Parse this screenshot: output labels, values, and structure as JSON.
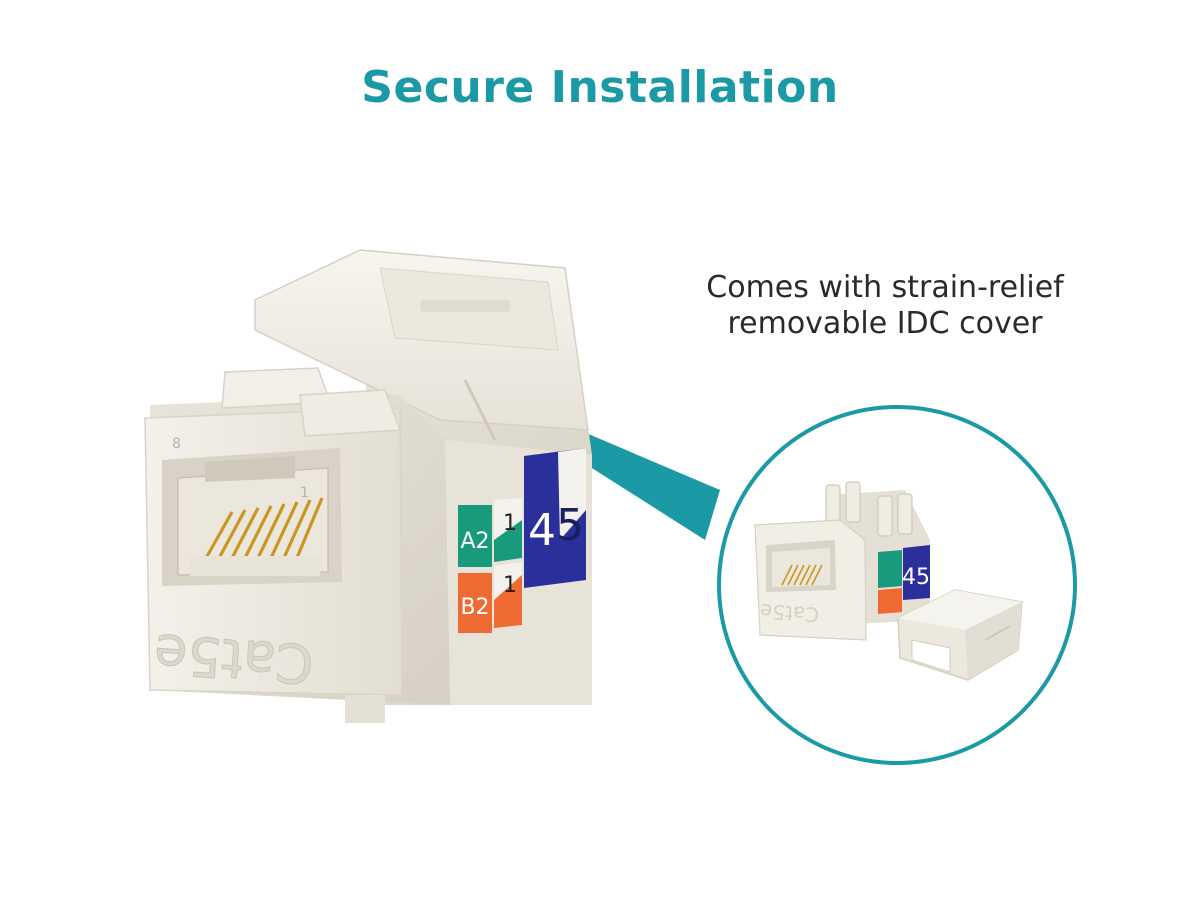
{
  "title": "Secure Installation",
  "caption": {
    "line1": "Comes with strain-relief",
    "line2": "removable IDC cover"
  },
  "jack_labels": {
    "brand": "Cat5e",
    "pin_left": "8",
    "pin_right": "1",
    "a2": "A2",
    "b2": "B2",
    "num_top": "1",
    "num_bottom": "1",
    "big_4": "4",
    "big_5": "5"
  },
  "colors": {
    "accent": "#1b9aa6",
    "teal_label": "#1a9a7d",
    "orange_label": "#ee6a32",
    "blue_label": "#2a2f9c"
  }
}
